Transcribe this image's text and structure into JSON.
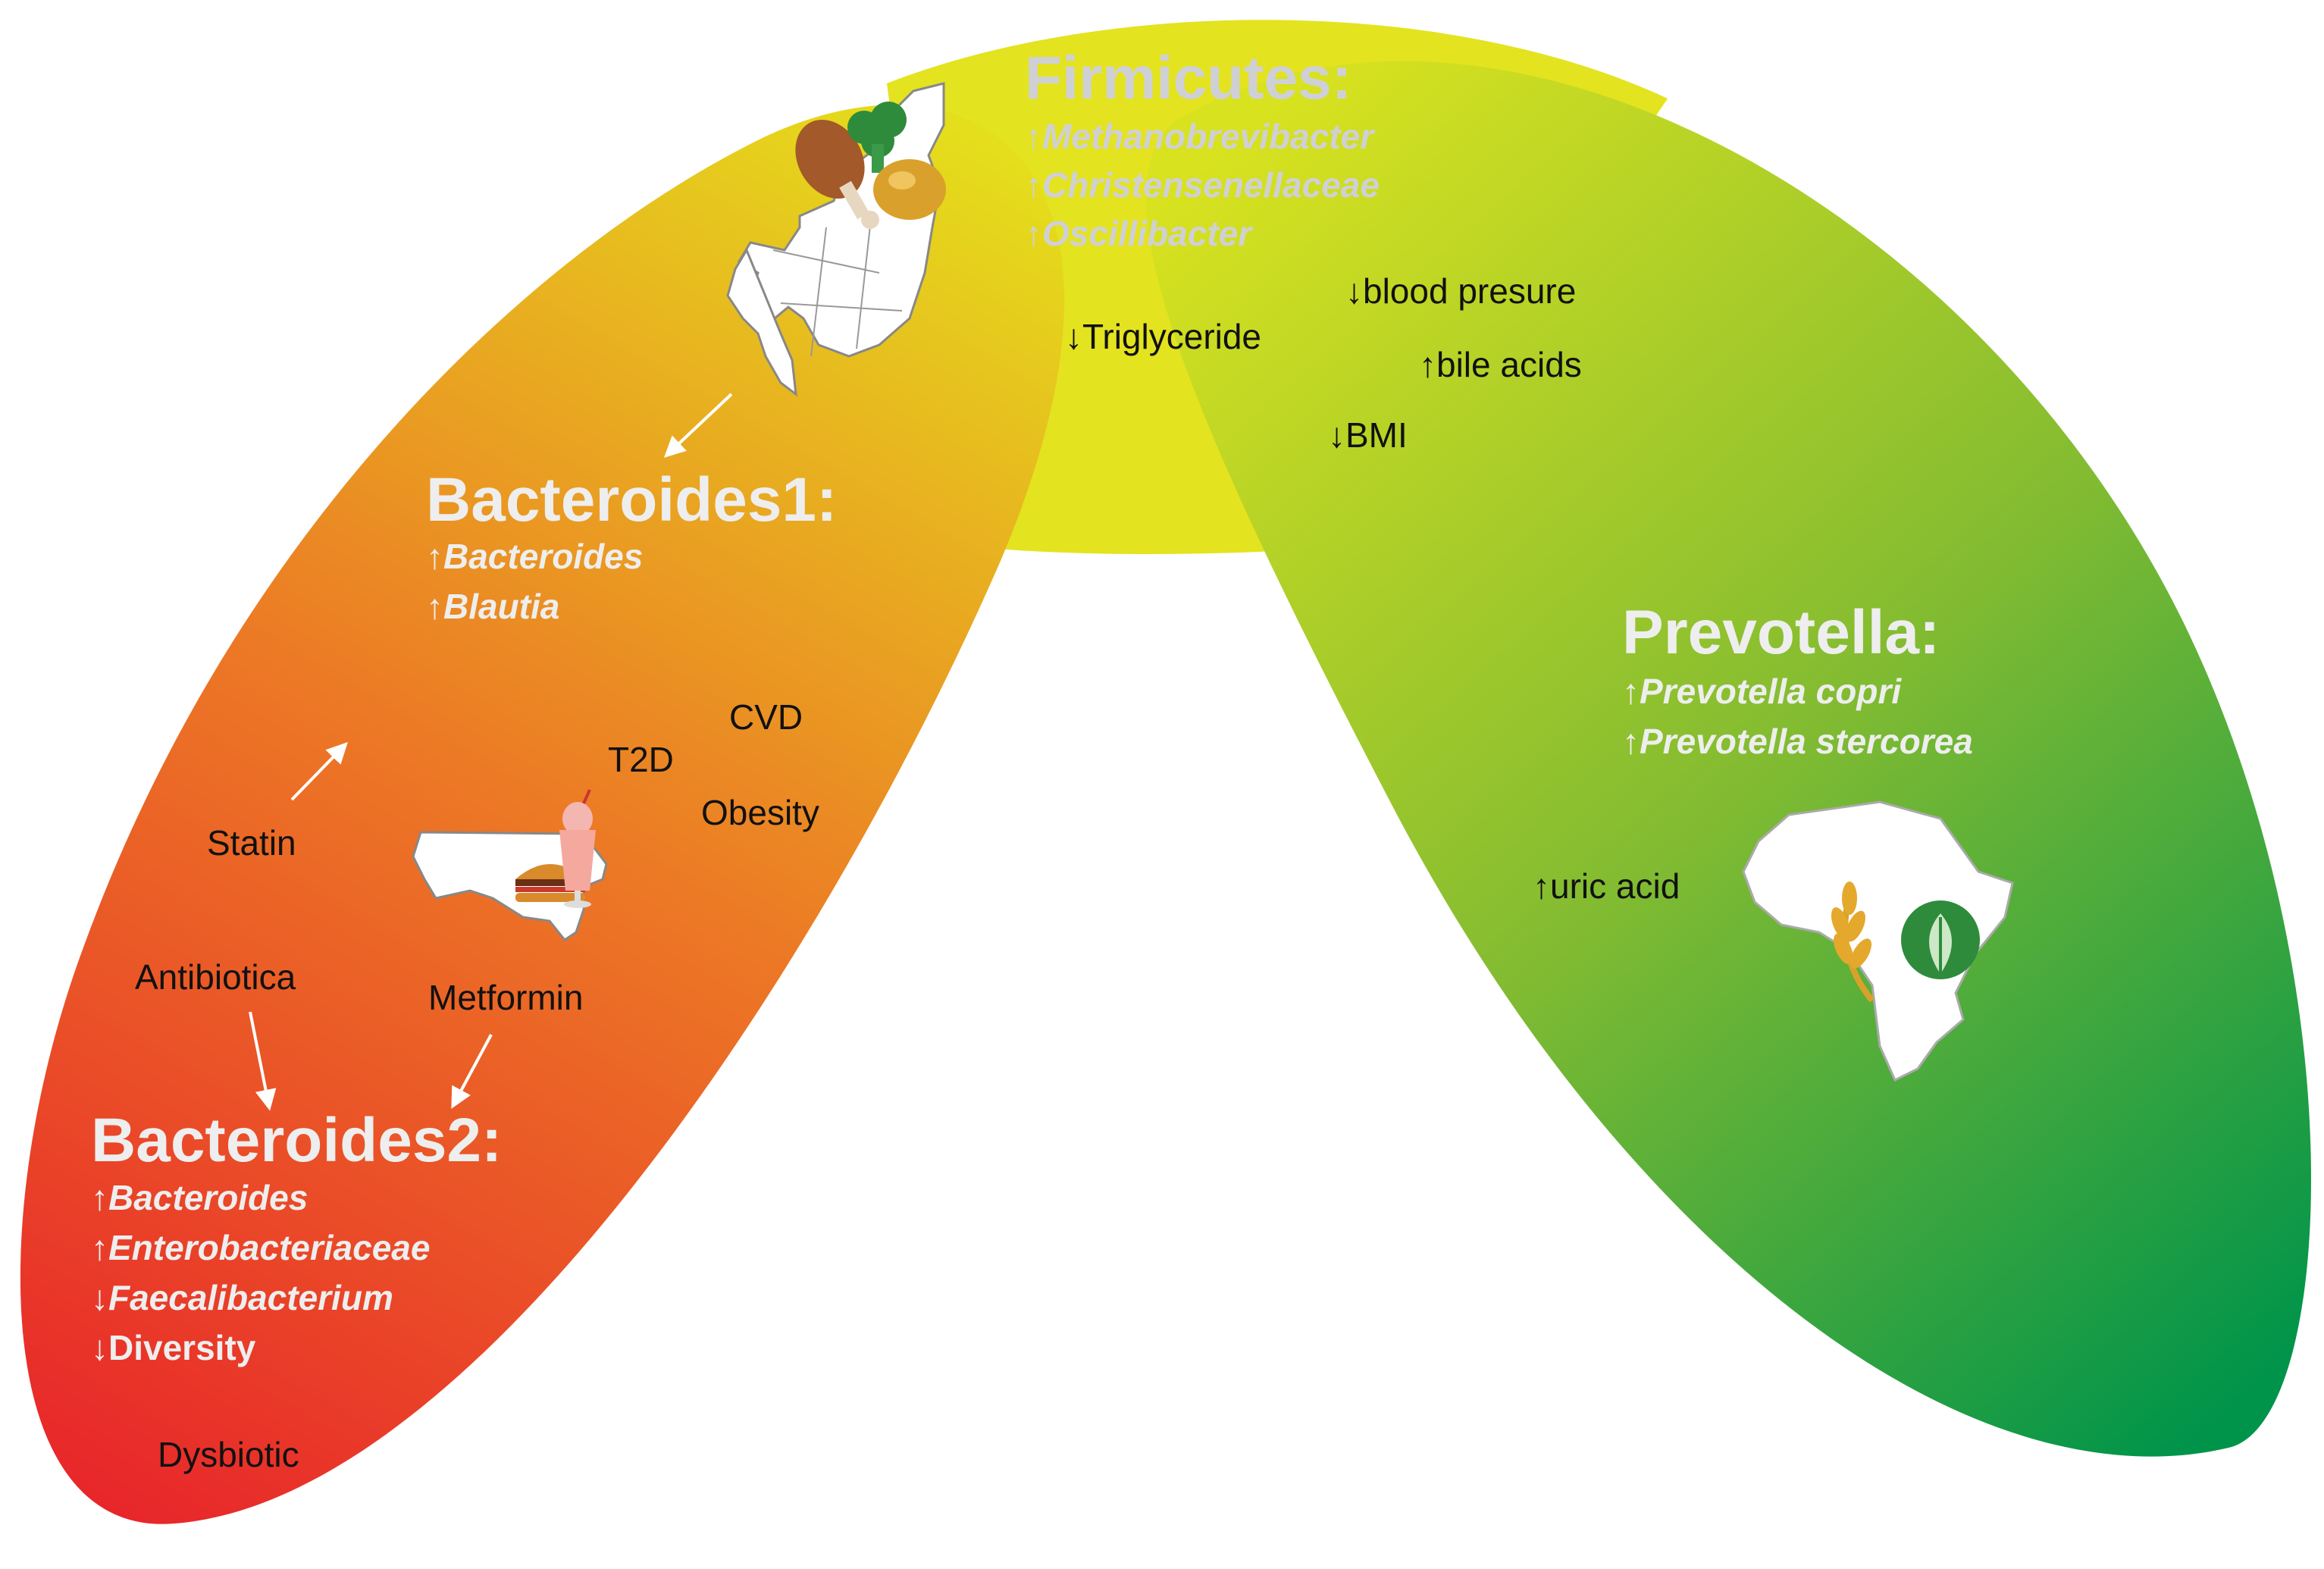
{
  "enterotypes": {
    "firmicutes": {
      "title": "Firmicutes:",
      "taxa": [
        "↑Methanobrevibacter",
        "↑Christensenellaceae",
        "↑Oscillibacter"
      ]
    },
    "bacteroides1": {
      "title": "Bacteroides1:",
      "taxa": [
        "↑Bacteroides",
        "↑Blautia"
      ]
    },
    "bacteroides2": {
      "title": "Bacteroides2:",
      "taxa": [
        "↑Bacteroides",
        "↑Enterobacteriaceae",
        "↓Faecalibacterium",
        "↓Diversity"
      ]
    },
    "prevotella": {
      "title": "Prevotella:",
      "taxa": [
        "↑Prevotella copri",
        "↑Prevotella stercorea"
      ]
    }
  },
  "labels": {
    "triglyceride": "↓Triglyceride",
    "blood_pressure": "↓blood presure",
    "bile_acids": "↑bile acids",
    "bmi": "↓BMI",
    "cvd": "CVD",
    "t2d": "T2D",
    "obesity": "Obesity",
    "statin": "Statin",
    "antibiotica": "Antibiotica",
    "metformin": "Metformin",
    "dysbiotic": "Dysbiotic",
    "uric_acid": "↑uric acid"
  },
  "colors": {
    "red": "#e8262a",
    "orange": "#ec7a25",
    "yellow": "#e4e31b",
    "green": "#84bc31",
    "dark_green": "#00944a"
  },
  "icons": [
    "europe-map-icon",
    "chicken-leg-icon",
    "broccoli-icon",
    "potato-icon",
    "usa-map-icon",
    "burger-icon",
    "milkshake-icon",
    "africa-map-icon",
    "wheat-icon",
    "leaf-icon"
  ]
}
